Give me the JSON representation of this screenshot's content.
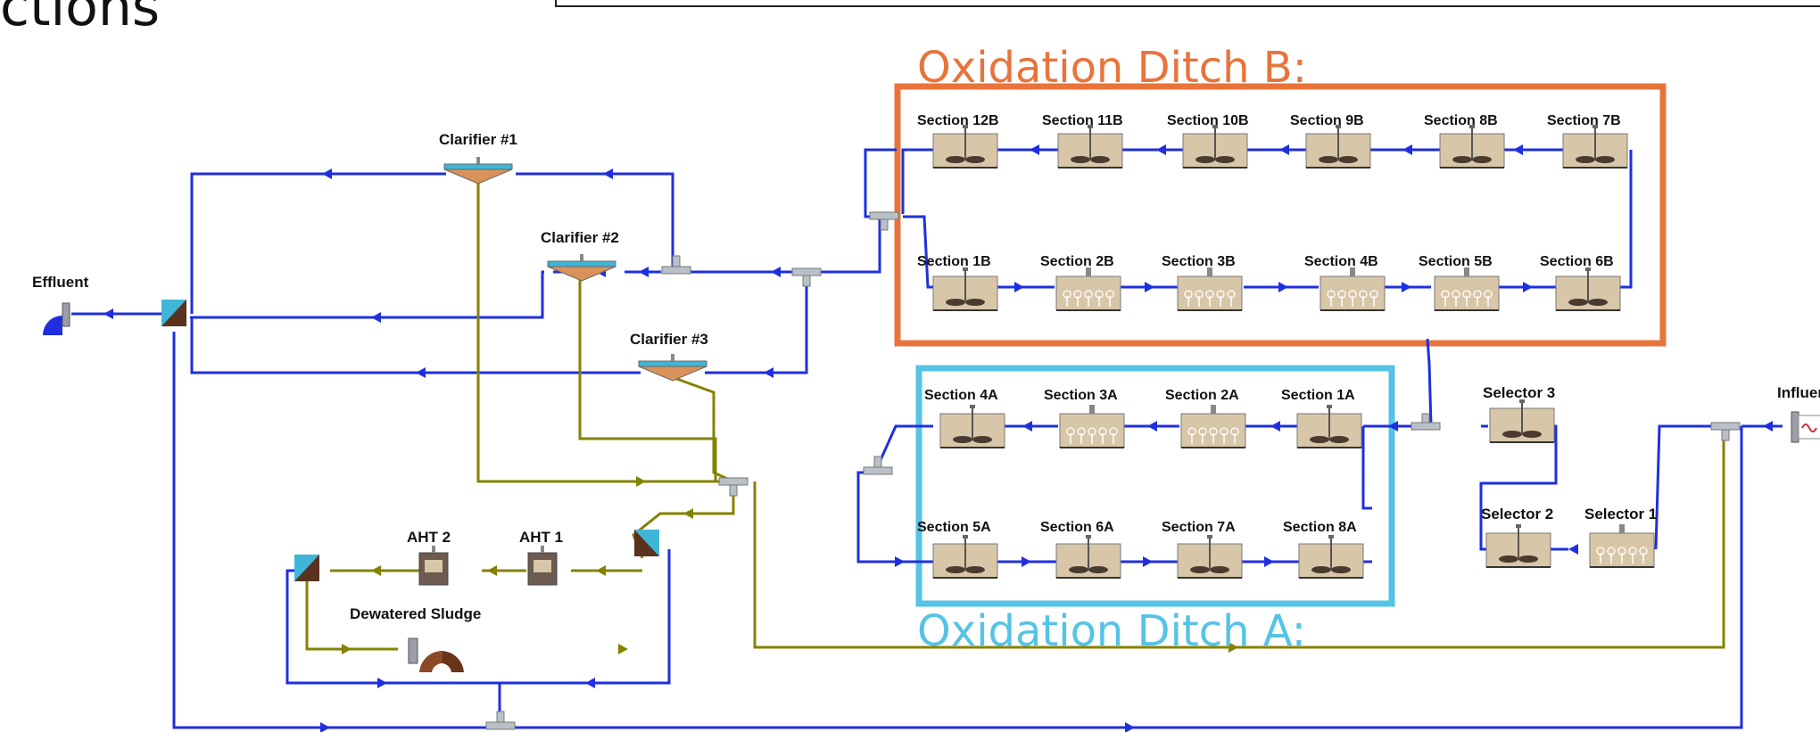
{
  "header": {
    "title_fragment": "ctions"
  },
  "ditches": {
    "b_title": "Oxidation Ditch B:",
    "a_title": "Oxidation Ditch A:",
    "b_color": "#e8743b",
    "a_color": "#55c3e6"
  },
  "colors": {
    "flow_line": "#1f2fe0",
    "sludge_line": "#848200",
    "tank_fill": "#d8c6a8",
    "tank_water": "#bdb09b",
    "clarifier_top": "#3fb6d8",
    "clarifier_body": "#d9925a"
  },
  "labels": {
    "effluent": "Effluent",
    "influent": "Influent",
    "clarifier1": "Clarifier #1",
    "clarifier2": "Clarifier #2",
    "clarifier3": "Clarifier #3",
    "aht1": "AHT 1",
    "aht2": "AHT 2",
    "dewatered": "Dewatered Sludge",
    "selector1": "Selector 1",
    "selector2": "Selector 2",
    "selector3": "Selector 3"
  },
  "sections_b_top": [
    "Section 12B",
    "Section 11B",
    "Section 10B",
    "Section 9B",
    "Section 8B",
    "Section 7B"
  ],
  "sections_b_bottom": [
    "Section 1B",
    "Section 2B",
    "Section 3B",
    "Section 4B",
    "Section 5B",
    "Section 6B"
  ],
  "sections_a_top": [
    "Section 4A",
    "Section 3A",
    "Section 2A",
    "Section 1A"
  ],
  "sections_a_bottom": [
    "Section 5A",
    "Section 6A",
    "Section 7A",
    "Section 8A"
  ],
  "icons": {
    "mixer": "surface-mixer-icon",
    "diffuser": "diffuser-aeration-icon",
    "clarifier": "clarifier-icon",
    "splitter": "flow-splitter-icon",
    "separator": "sludge-separator-icon",
    "effluent": "effluent-outlet-icon",
    "influent": "influent-inlet-icon"
  }
}
